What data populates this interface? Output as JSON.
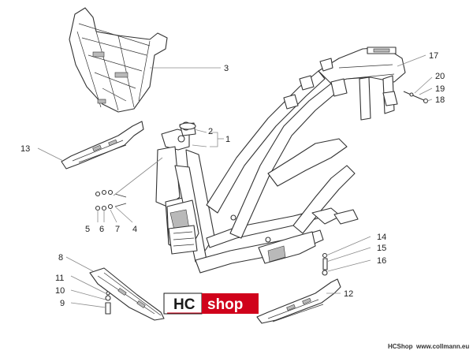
{
  "callouts": [
    {
      "id": "c1",
      "label": "1"
    },
    {
      "id": "c2",
      "label": "2"
    },
    {
      "id": "c3",
      "label": "3"
    },
    {
      "id": "c4",
      "label": "4"
    },
    {
      "id": "c5",
      "label": "5"
    },
    {
      "id": "c6",
      "label": "6"
    },
    {
      "id": "c7",
      "label": "7"
    },
    {
      "id": "c8",
      "label": "8"
    },
    {
      "id": "c9",
      "label": "9"
    },
    {
      "id": "c10",
      "label": "10"
    },
    {
      "id": "c11",
      "label": "11"
    },
    {
      "id": "c12",
      "label": "12"
    },
    {
      "id": "c13",
      "label": "13"
    },
    {
      "id": "c14",
      "label": "14"
    },
    {
      "id": "c15",
      "label": "15"
    },
    {
      "id": "c16",
      "label": "16"
    },
    {
      "id": "c17",
      "label": "17"
    },
    {
      "id": "c18",
      "label": "18"
    },
    {
      "id": "c19",
      "label": "19"
    },
    {
      "id": "c20",
      "label": "20"
    }
  ],
  "logo": {
    "left": "HC",
    "right": "shop",
    "colors": {
      "red": "#d0021b",
      "dark": "#1a1a1a",
      "white": "#ffffff"
    }
  },
  "credit": {
    "brand": "HCShop",
    "site": "www.collmann.eu"
  }
}
